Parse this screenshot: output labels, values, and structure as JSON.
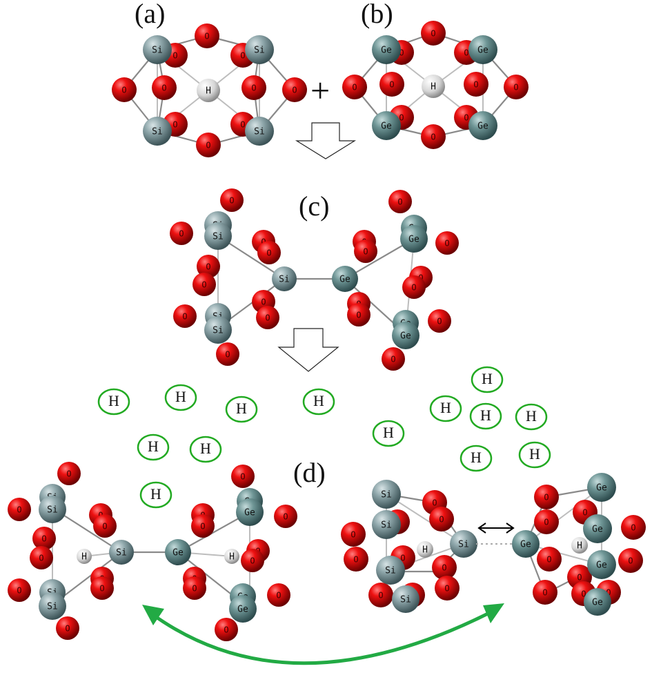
{
  "labels": {
    "a": "(a)",
    "b": "(b)",
    "c": "(c)",
    "d": "(d)",
    "plus": "+"
  },
  "atoms": {
    "si": "Si",
    "ge": "Ge",
    "o": "O",
    "h": "H"
  },
  "colors": {
    "oxygen": "#e00000",
    "silicon": "#7f9a9f",
    "germanium": "#5f8a8f",
    "hydrogen": "#e8e8e8",
    "h_ring": "#22aa22",
    "arrow_green": "#22aa44"
  }
}
